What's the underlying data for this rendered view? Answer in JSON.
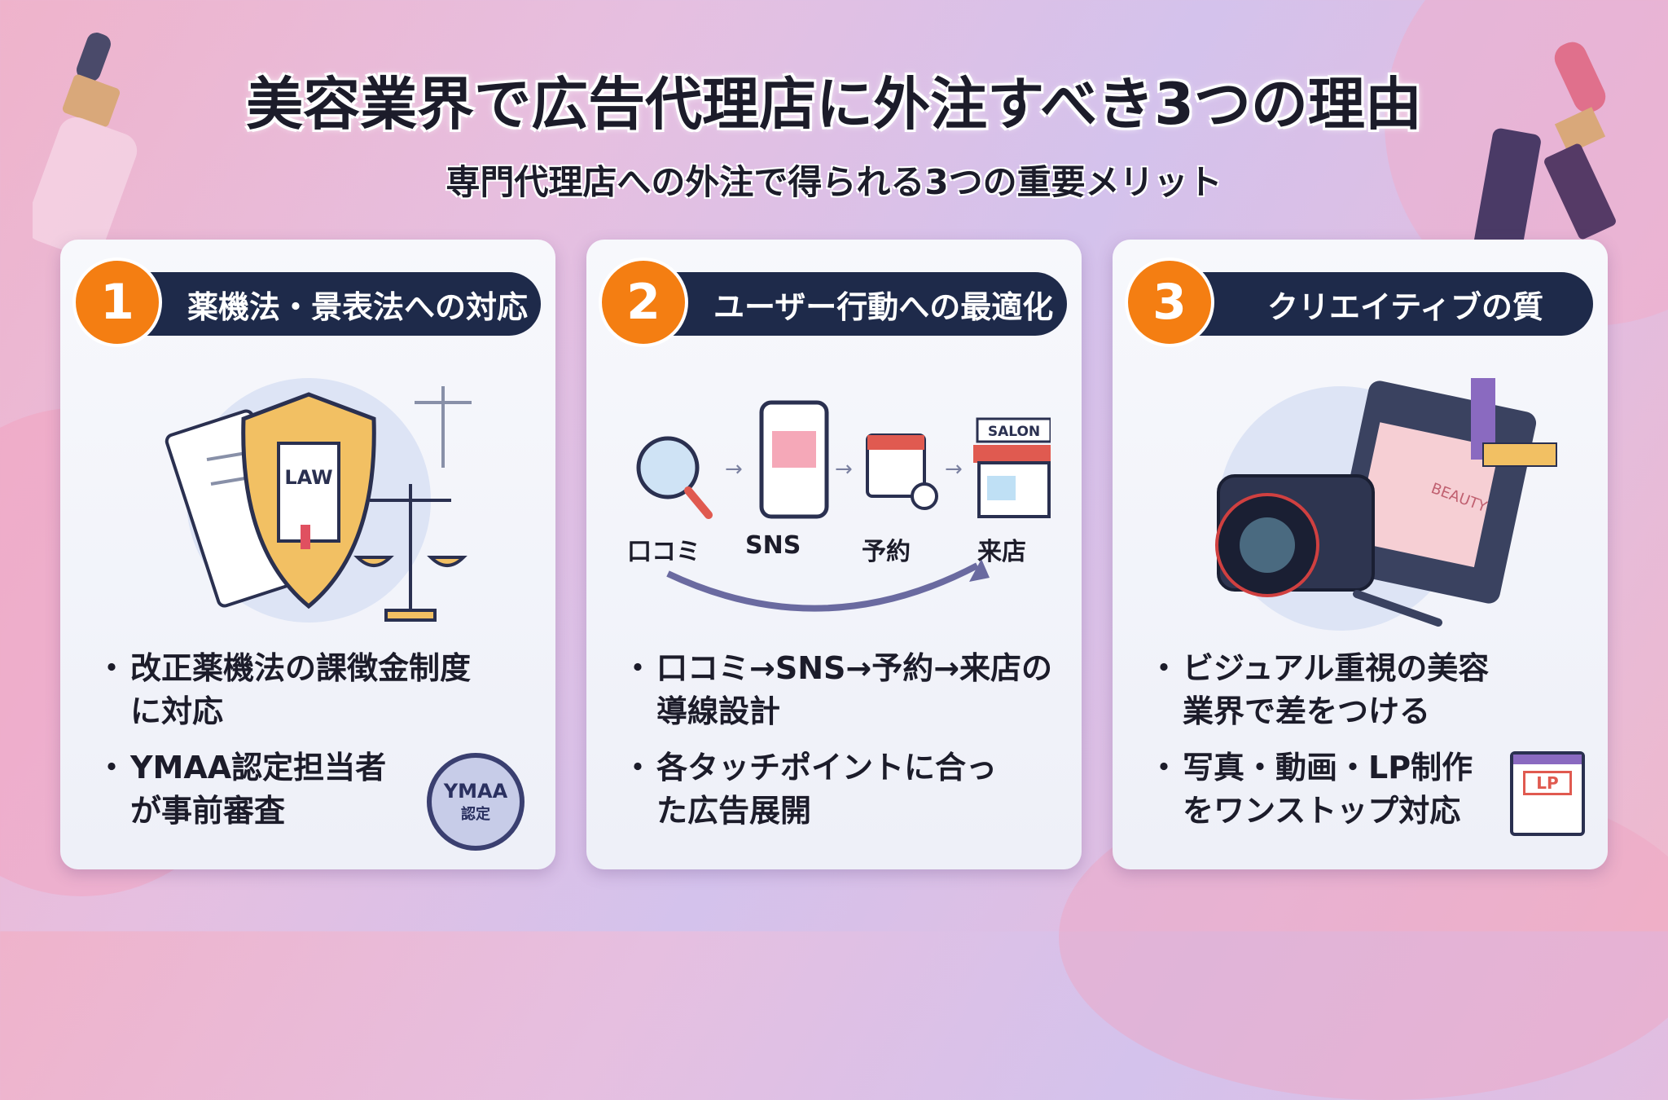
{
  "title": "美容業界で広告代理店に外注すべき3つの理由",
  "subtitle": "専門代理店への外注で得られる3つの重要メリット",
  "cards": [
    {
      "number": "1",
      "heading": "薬機法・景表法への対応",
      "illustration": {
        "book_label": "LAW"
      },
      "bullets": [
        "改正薬機法の課徴金制度に対応",
        "YMAA認定担当者が事前審査"
      ],
      "badge": {
        "line1": "YMAA",
        "line2": "認定"
      }
    },
    {
      "number": "2",
      "heading": "ユーザー行動への最適化",
      "flow": [
        "口コミ",
        "SNS",
        "予約",
        "来店"
      ],
      "salon_label": "SALON",
      "bullets": [
        "口コミ→SNS→予約→来店の導線設計",
        "各タッチポイントに合った広告展開"
      ]
    },
    {
      "number": "3",
      "heading": "クリエイティブの質",
      "illustration": {
        "screen_label": "BEAUTY"
      },
      "bullets": [
        "ビジュアル重視の美容業界で差をつける",
        "写真・動画・LP制作をワンストップ対応"
      ],
      "lp_label": "LP"
    }
  ],
  "colors": {
    "accent": "#f47e12",
    "navy": "#1e2a4a"
  }
}
